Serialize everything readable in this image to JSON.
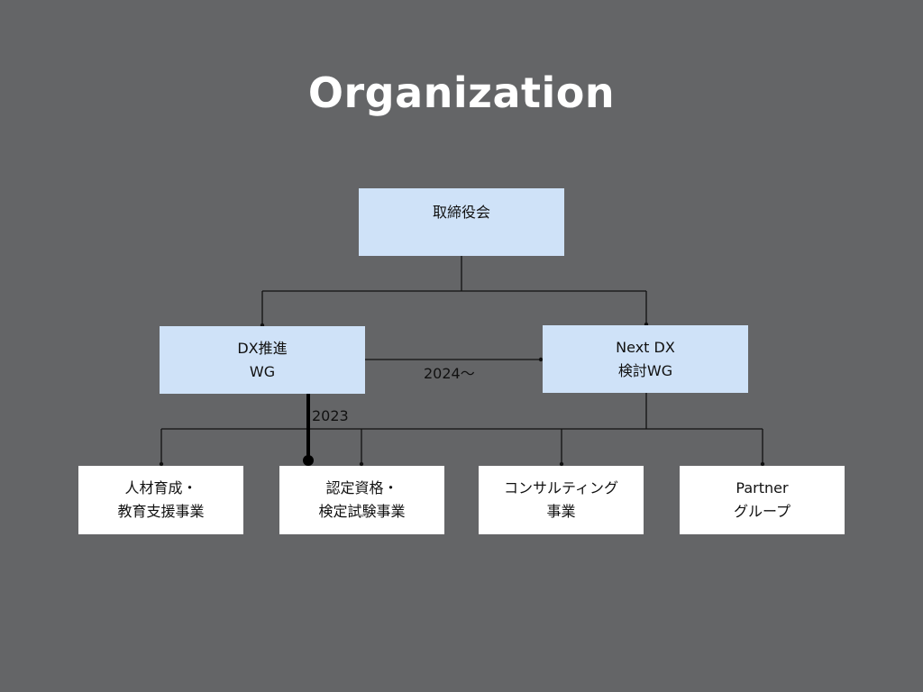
{
  "title": "Organization",
  "nodes": {
    "board": {
      "lines": [
        "取締役会"
      ]
    },
    "dx_wg": {
      "lines": [
        "DX推進",
        "WG"
      ]
    },
    "nextdx_wg": {
      "lines": [
        "Next DX",
        "検討WG"
      ]
    },
    "hr": {
      "lines": [
        "人材育成・",
        "教育支援事業"
      ]
    },
    "cert": {
      "lines": [
        "認定資格・",
        "検定試験事業"
      ]
    },
    "consult": {
      "lines": [
        "コンサルティング",
        "事業"
      ]
    },
    "partner": {
      "lines": [
        "Partner",
        "グループ"
      ]
    }
  },
  "edges": {
    "label_2024": "2024〜",
    "label_2023": "2023"
  },
  "colors": {
    "background": "#646567",
    "node_blue": "#cfe2f8",
    "node_white": "#ffffff",
    "line": "#111111"
  }
}
